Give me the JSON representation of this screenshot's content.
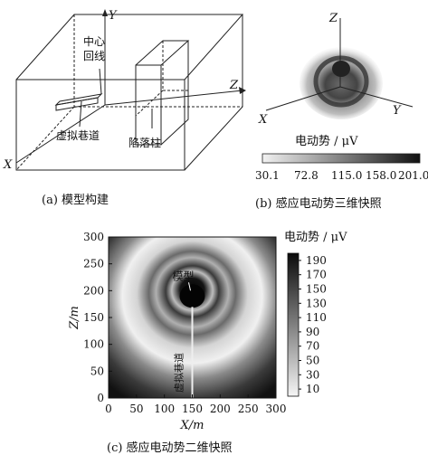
{
  "panel_a": {
    "axis_y": "Y",
    "axis_x": "X",
    "axis_z": "Z",
    "label_center_line": [
      "中心",
      "回线"
    ],
    "label_virtual_tunnel": "虚拟巷道",
    "label_collapse_column": "陷落柱",
    "caption": "(a) 模型构建"
  },
  "panel_b": {
    "axis_x": "X",
    "axis_y": "Y",
    "axis_z": "Z",
    "colorbar_title": "电动势 / μV",
    "colorbar_ticks": [
      "30.1",
      "72.8",
      "115.0",
      "158.0",
      "201.0"
    ],
    "caption": "(b) 感应电动势三维快照"
  },
  "panel_c": {
    "caption": "(c) 感应电动势二维快照",
    "label_model": "模型",
    "label_vertical": "虚拟巷道"
  },
  "chart_data": {
    "type": "heatmap",
    "xlabel": "X/m",
    "ylabel": "Z/m",
    "xlim": [
      0,
      300
    ],
    "ylim": [
      0,
      300
    ],
    "x_ticks": [
      0,
      50,
      100,
      150,
      200,
      250,
      300
    ],
    "y_ticks": [
      0,
      50,
      100,
      150,
      200,
      250,
      300
    ],
    "colorbar_title": "电动势 / μV",
    "colorbar_ticks": [
      10,
      30,
      50,
      70,
      90,
      110,
      130,
      150,
      170,
      190
    ],
    "colorbar_range": [
      0,
      200
    ],
    "model_center": [
      150,
      190
    ]
  }
}
